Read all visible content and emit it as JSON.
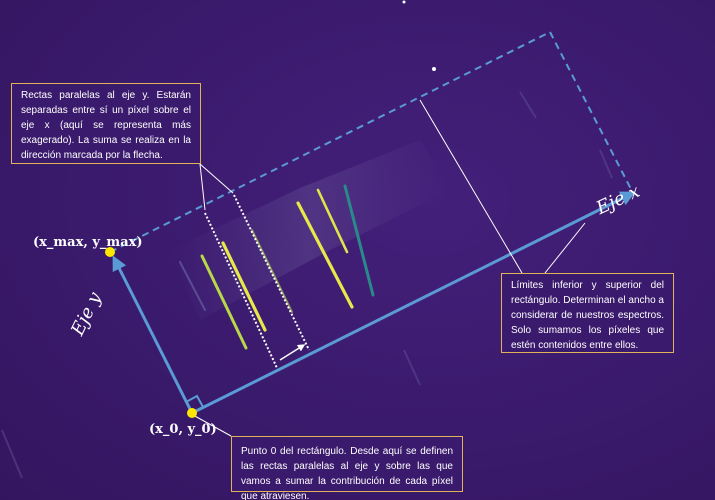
{
  "annotations": {
    "parallel_lines": "Rectas paralelas al eje y. Estarán separadas entre sí un píxel sobre el eje x (aquí se representa más exagerado). La suma se realiza en la dirección marcada por la flecha.",
    "limits": "Límites inferior y superior del rectángulo. Determinan el ancho a considerar de nuestros espectros. Solo sumamos los píxeles que estén contenidos entre ellos.",
    "origin": "Punto 0 del rectángulo. Desde aquí se definen las rectas paralelas al eje y sobre las que vamos a sumar la contribución de cada píxel que atraviesen."
  },
  "axes": {
    "x_label": "Eje x",
    "y_label": "Eje y"
  },
  "points": {
    "max_label": "(x_max, y_max)",
    "origin_label": "(x_0, y_0)"
  },
  "colors": {
    "background": "#3b1a6e",
    "axis_blue": "#5b9bd5",
    "marker_yellow": "#ffe600",
    "callout_border": "#e0b25a",
    "spectrum_yellow": "#e8e84a",
    "spectrum_green": "#b8d84a",
    "spectrum_teal": "#2a8a8a"
  }
}
